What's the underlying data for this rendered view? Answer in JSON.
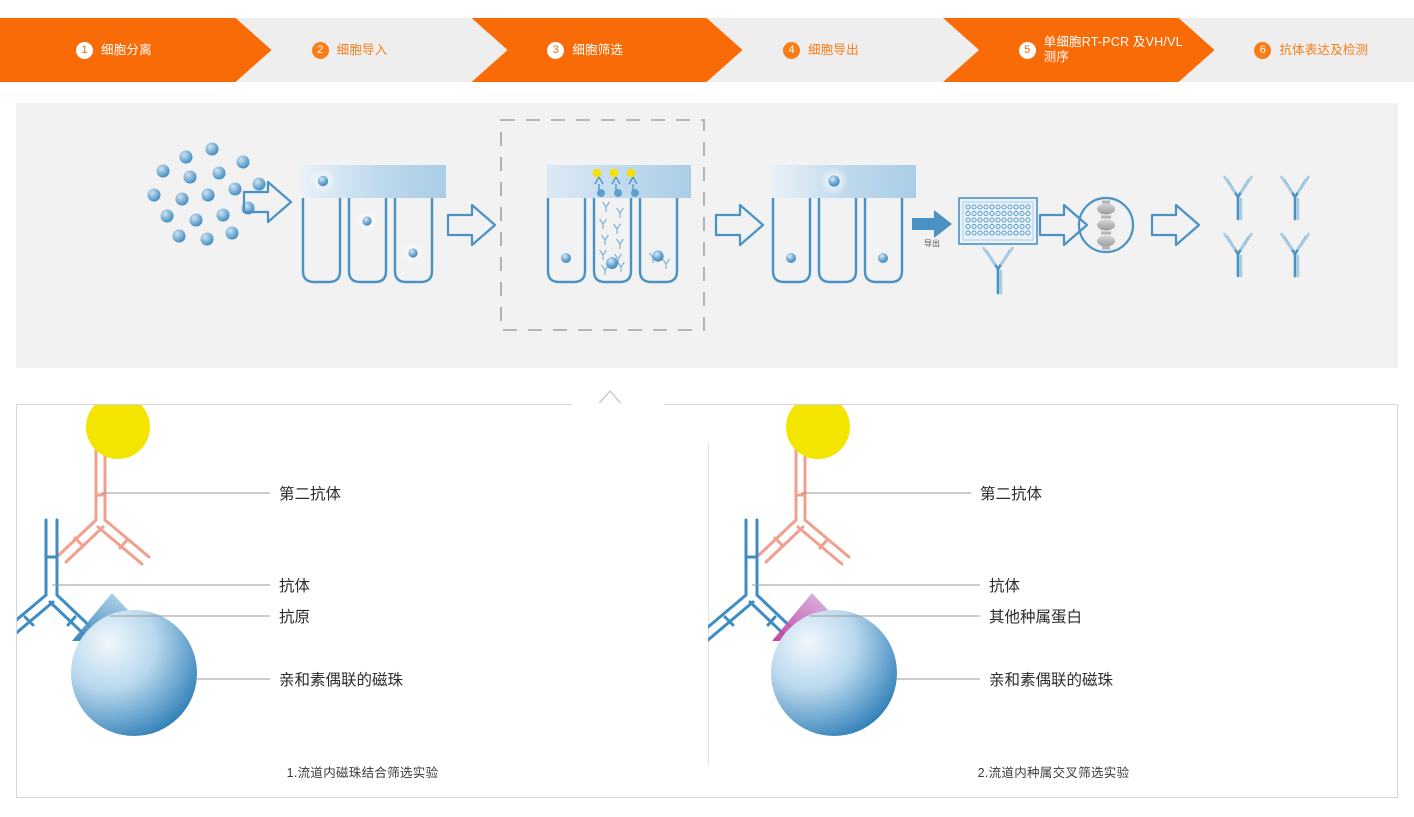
{
  "colors": {
    "accent_orange": "#f96b07",
    "badge_orange": "#f97c16",
    "inactive_gray": "#eeeeee",
    "panel_gray": "#f2f2f2",
    "panel_border": "#d7d7d7",
    "blue": "#3d8dc4",
    "blue_dark": "#2f7fb8",
    "salmon": "#f0a08c",
    "yellow": "#f3e500",
    "magenta": "#c0329a",
    "label_text": "#2b2b2b"
  },
  "steps": [
    {
      "number": "1",
      "label": "细胞分离",
      "state": "active"
    },
    {
      "number": "2",
      "label": "细胞导入",
      "state": "inactive"
    },
    {
      "number": "3",
      "label": "细胞筛选",
      "state": "active"
    },
    {
      "number": "4",
      "label": "细胞导出",
      "state": "inactive"
    },
    {
      "number": "5",
      "label": "单细胞RT-PCR 及VH/VL\n测序",
      "state": "active"
    },
    {
      "number": "6",
      "label": "抗体表达及检测",
      "state": "inactive"
    }
  ],
  "process": {
    "export_label": "导出",
    "stages": [
      "cell-suspension",
      "cell-loading-channels",
      "cell-screening-channels",
      "cell-export-channels",
      "well-plate",
      "rt-pcr-dna",
      "antibody-output"
    ]
  },
  "detail": {
    "left": {
      "caption": "1.流道内磁珠结合筛选实验",
      "labels": [
        {
          "text": "第二抗体",
          "name": "secondary-antibody-label"
        },
        {
          "text": "抗体",
          "name": "antibody-label"
        },
        {
          "text": "抗原",
          "name": "antigen-label"
        },
        {
          "text": "亲和素偶联的磁珠",
          "name": "streptavidin-bead-label"
        }
      ]
    },
    "right": {
      "caption": "2.流道内种属交叉筛选实验",
      "labels": [
        {
          "text": "第二抗体",
          "name": "secondary-antibody-label"
        },
        {
          "text": "抗体",
          "name": "antibody-label"
        },
        {
          "text": "其他种属蛋白",
          "name": "other-species-protein-label"
        },
        {
          "text": "亲和素偶联的磁珠",
          "name": "streptavidin-bead-label"
        }
      ]
    }
  }
}
